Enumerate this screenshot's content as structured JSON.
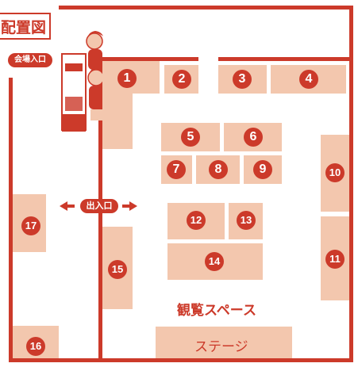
{
  "title": "配置図",
  "entrance_label": "会場入口",
  "door_label": "出入口",
  "viewing_area_label": "観覧スペース",
  "stage_label": "ステージ",
  "booths": [
    "1",
    "2",
    "3",
    "4",
    "5",
    "6",
    "7",
    "8",
    "9",
    "10",
    "11",
    "12",
    "13",
    "14",
    "15",
    "16",
    "17"
  ],
  "colors": {
    "accent": "#cc3a2a",
    "booth": "#f3c7ae"
  }
}
